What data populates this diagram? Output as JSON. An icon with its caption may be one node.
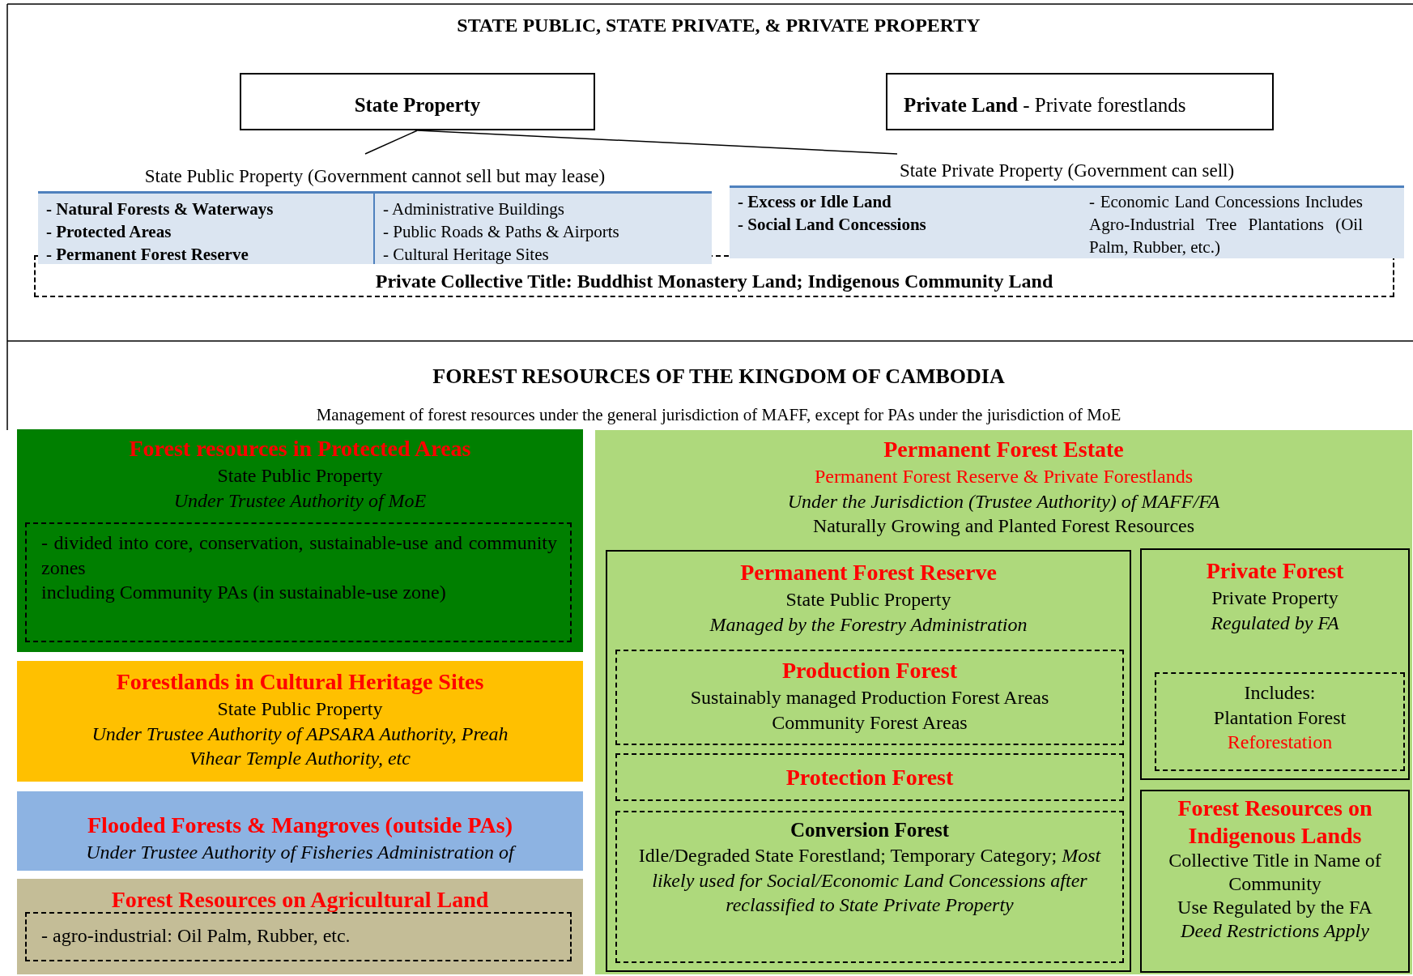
{
  "diagram": {
    "nodes": [
      {
        "text": [
          "State Property"
        ]
      },
      {
        "text": [
          "**Private Land** - Private forestlands"
        ]
      },
      {
        "text": [
          "State Public Property (Government cannot sell but may lease)",
          "- Natural Forests & Waterways",
          "- Protected Areas",
          "- Permanent Forest Reserve",
          "- Administrative Buildings",
          "- Public Roads & Paths & Airports",
          "- Cultural Heritage Sites"
        ]
      },
      {
        "text": [
          "State Private Property (Government can sell)",
          "- Excess or Idle Land",
          "- Social Land Concessions",
          "- Economic Land Concessions Includes Agro-Industrial Tree Plantations (Oil Palm, Rubber, etc.)"
        ]
      },
      {
        "text": [
          "Private Collective Title: Buddhist Monastery Land; Indigenous Community Land"
        ]
      },
      {
        "text": [
          "Forest resources in Protected Areas",
          "State Public Property",
          "Under Trustee Authority of MoE"
        ]
      },
      {
        "text": [
          "- divided into core, conservation, sustainable-use and community zones",
          "including Community PAs (in sustainable-use zone)"
        ],
        "in": 5
      },
      {
        "text": [
          "Forestlands in Cultural Heritage Sites",
          "State Public Property",
          "Under Trustee Authority of APSARA Authority, Preah Vihear Temple Authority, etc"
        ]
      },
      {
        "text": [
          "Flooded Forests & Mangroves (outside PAs)",
          "Under Trustee Authority of Fisheries Administration of"
        ]
      },
      {
        "text": [
          "Forest Resources on Agricultural Land"
        ]
      },
      {
        "text": [
          "- agro-industrial: Oil Palm, Rubber, etc."
        ],
        "in": 9
      },
      {
        "text": [
          "Permanent Forest Estate",
          "Permanent Forest Reserve & Private Forestlands",
          "Under the Jurisdiction (Trustee Authority) of MAFF/FA",
          "Naturally Growing and Planted Forest Resources"
        ]
      },
      {
        "text": [
          "Permanent Forest Reserve",
          "State Public Property",
          "Managed by the Forestry Administration"
        ],
        "in": 11
      },
      {
        "text": [
          "Production Forest",
          "Sustainably managed Production Forest Areas",
          "Community Forest Areas"
        ],
        "in": 12
      },
      {
        "text": [
          "Protection Forest"
        ],
        "in": 12
      },
      {
        "text": [
          "Conversion Forest",
          "Idle/Degraded State Forestland; Temporary Category; *Most likely used for Social/Economic Land Concessions after reclassified to State Private Property*"
        ],
        "in": 12
      },
      {
        "text": [
          "Private Forest",
          "Private Property",
          "Regulated by FA"
        ],
        "in": 11
      },
      {
        "text": [
          "Includes:",
          "Plantation Forest",
          "Reforestation"
        ],
        "in": 16
      },
      {
        "text": [
          "Forest Resources on Indigenous Lands",
          "Collective Title in Name of Community",
          "Use Regulated by the FA",
          "Deed Restrictions Apply"
        ],
        "in": 11
      }
    ],
    "edges": [
      {
        "from": 0,
        "to": 2,
        "arrow": "none"
      },
      {
        "from": 0,
        "to": 3,
        "arrow": "none"
      }
    ],
    "labels": [
      "STATE PUBLIC, STATE PRIVATE, & PRIVATE PROPERTY",
      "FOREST RESOURCES OF THE KINGDOM OF CAMBODIA",
      "Management of forest resources under the general jurisdiction of MAFF, except for PAs under the jurisdiction of MoE"
    ]
  }
}
